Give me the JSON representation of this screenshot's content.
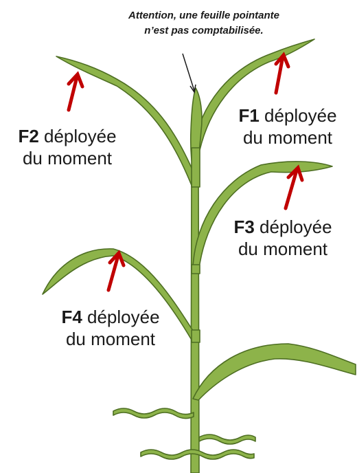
{
  "note": {
    "line1": "Attention, une feuille pointante",
    "line2": "n’est pas comptabilisée."
  },
  "labels": [
    {
      "id": "F1",
      "code": "F1",
      "line1_rest": " déployée",
      "line2": "du moment"
    },
    {
      "id": "F2",
      "code": "F2",
      "line1_rest": " déployée",
      "line2": "du moment"
    },
    {
      "id": "F3",
      "code": "F3",
      "line1_rest": " déployée",
      "line2": "du moment"
    },
    {
      "id": "F4",
      "code": "F4",
      "line1_rest": " déployée",
      "line2": "du moment"
    }
  ],
  "colors": {
    "leaf_fill": "#8db34a",
    "leaf_stroke": "#4d6e22",
    "arrow": "#c00000",
    "pointer": "#1a1a1a"
  }
}
